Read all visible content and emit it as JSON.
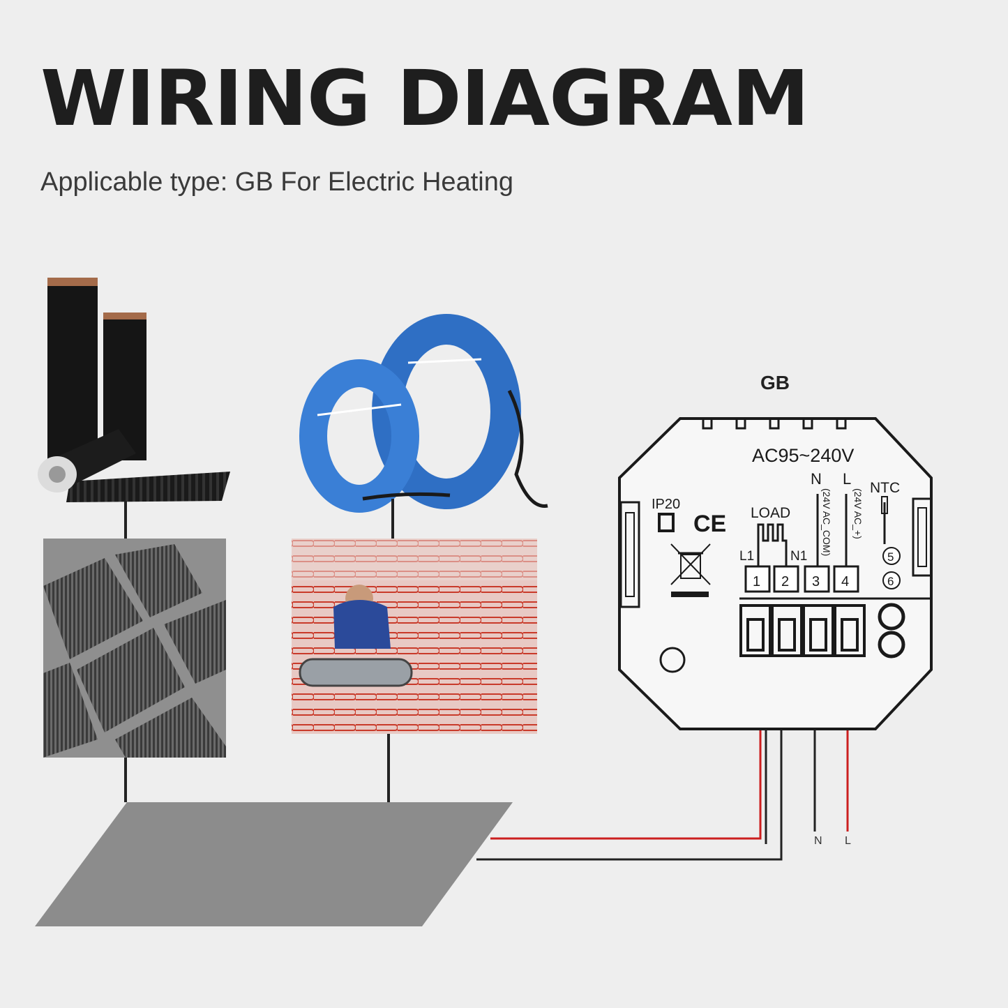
{
  "header": {
    "title": "WIRING DIAGRAM",
    "subtitle": "Applicable type: GB For Electric Heating"
  },
  "device": {
    "model": "GB",
    "voltage": "AC95~240V",
    "ip_rating": "IP20",
    "ce_mark": "CE",
    "load_label": "LOAD",
    "l1_label": "L1",
    "n1_label": "N1",
    "n_label": "N",
    "l_label": "L",
    "n_rot_label": "(24V AC_COM)",
    "l_rot_label": "(24V AC_+)",
    "ntc_label": "NTC",
    "terminals": [
      "1",
      "2",
      "3",
      "4",
      "5",
      "6"
    ]
  },
  "wiring": {
    "n_wire_label": "N",
    "l_wire_label": "L"
  },
  "colors": {
    "background": "#eeeeee",
    "title": "#1e1e1e",
    "wire_live": "#cc1f1f",
    "wire_neutral": "#222222",
    "floor": "#8c8c8c",
    "cable_blue": "#2f6fc4"
  },
  "icons": [
    "heating-film-rolls-image",
    "heating-cable-coils-image",
    "film-floor-installation-image",
    "cable-floor-installation-image",
    "weee-bin-icon",
    "ce-mark-icon",
    "ip20-square-icon"
  ]
}
